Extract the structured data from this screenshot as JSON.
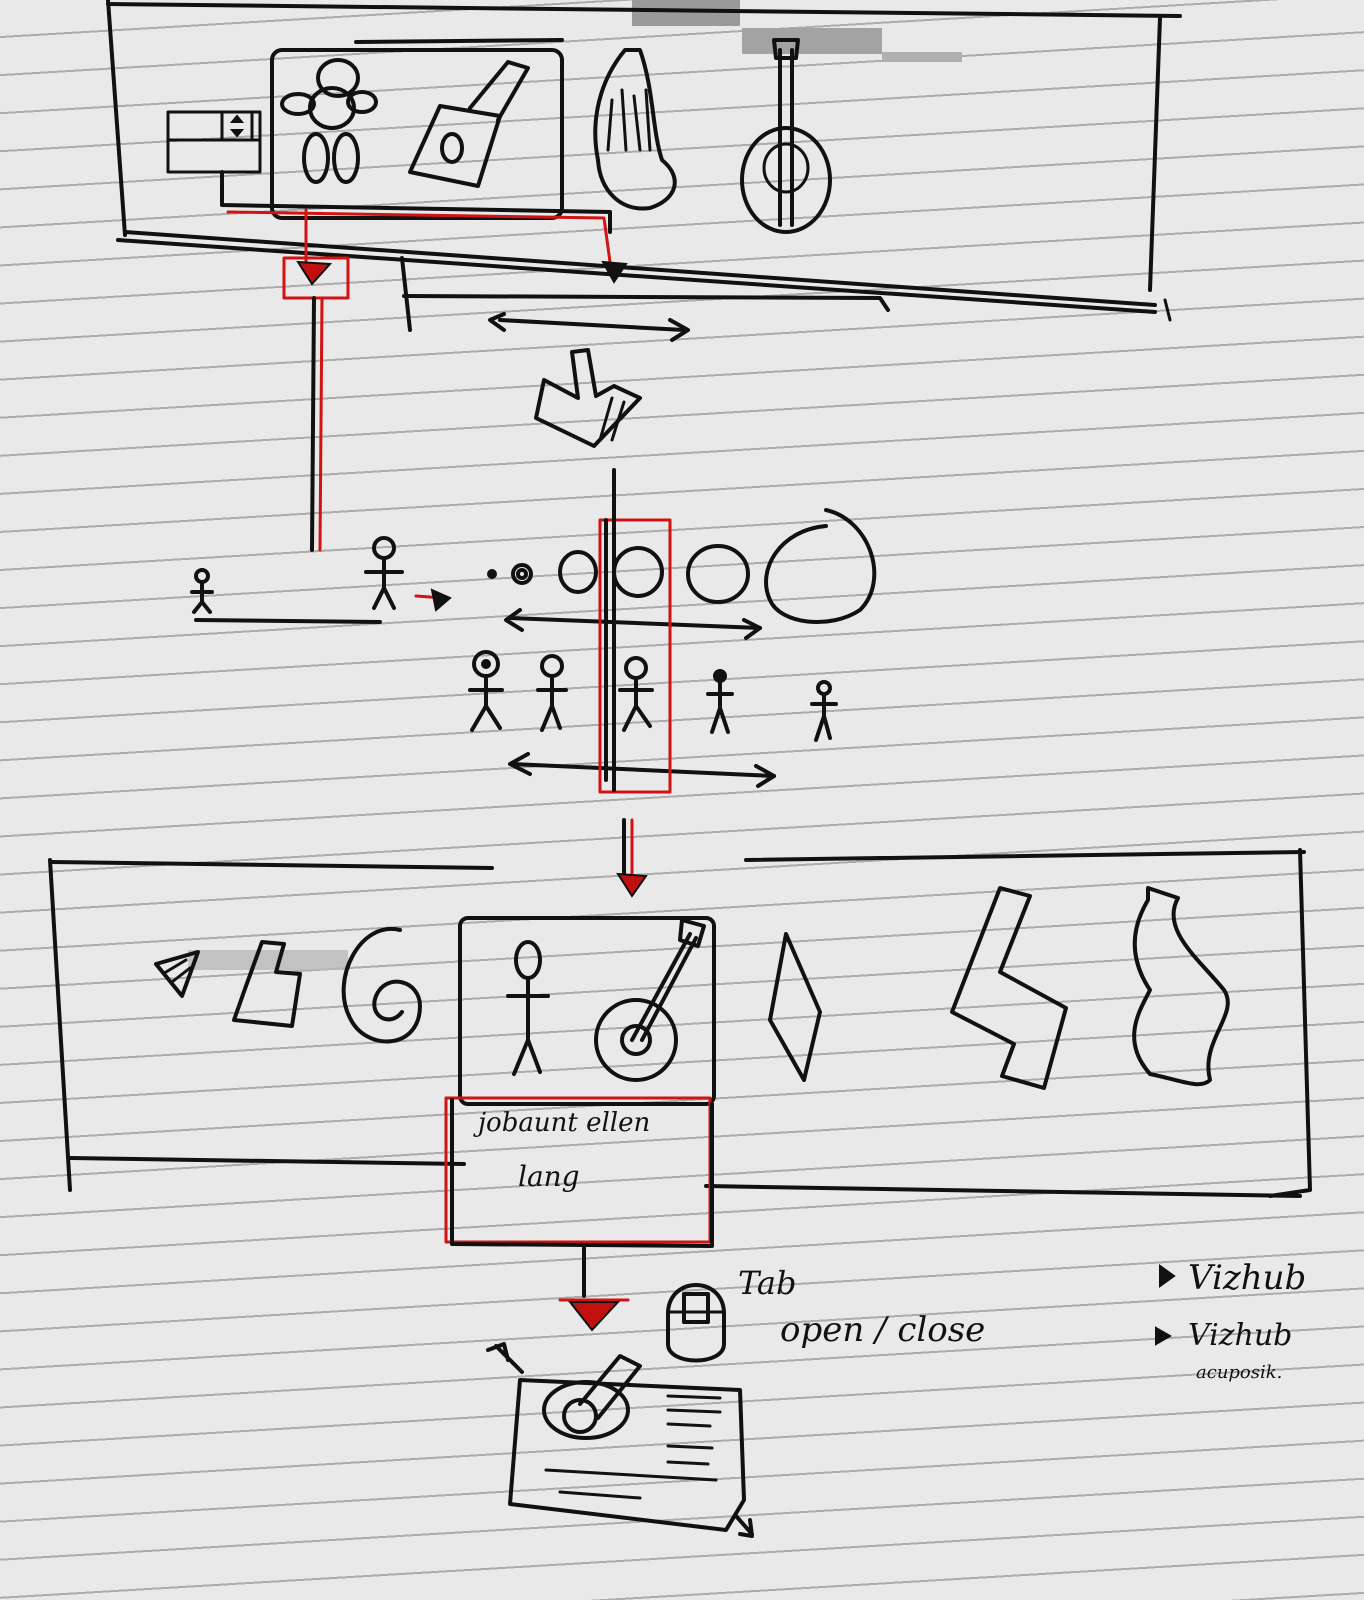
{
  "notes": {
    "zoom_label_line1": "jobaunt ellen",
    "zoom_label_line2": "lang",
    "tab_label": "Tab",
    "open_close_label": "open / close",
    "bullets": [
      {
        "text": "Vizhub"
      },
      {
        "text": "Vizhub"
      }
    ],
    "bullet_sub": "acuposik."
  },
  "colors": {
    "ink": "#111111",
    "red_pen": "#d11313",
    "paper": "#e9e9e9"
  },
  "icons": [
    "hand-cursor-icon",
    "stick-figure-icon",
    "guitar-icon",
    "player-icon",
    "bowling-pin-icon",
    "play-bullet-icon",
    "mouse-icon"
  ]
}
